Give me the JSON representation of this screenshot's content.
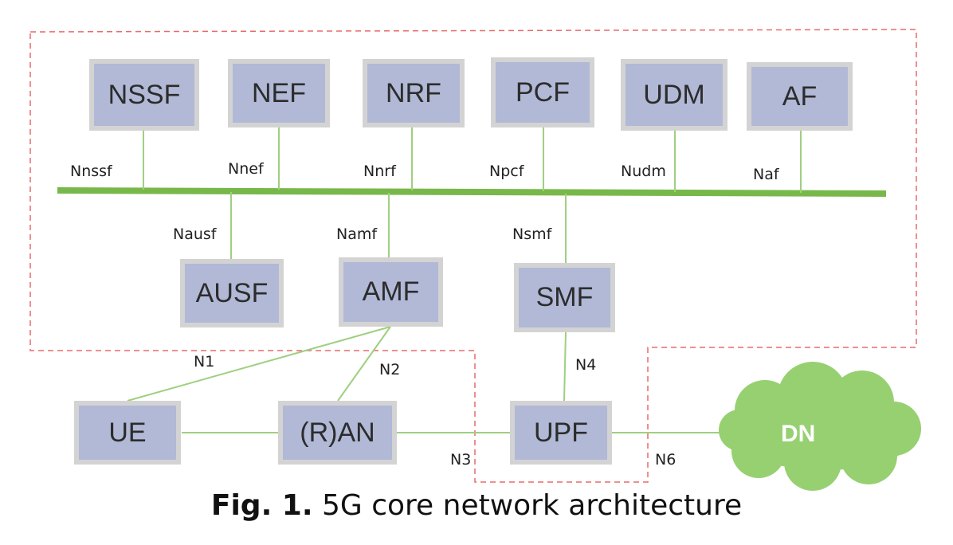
{
  "network_functions": {
    "nssf": "NSSF",
    "nef": "NEF",
    "nrf": "NRF",
    "pcf": "PCF",
    "udm": "UDM",
    "af": "AF",
    "ausf": "AUSF",
    "amf": "AMF",
    "smf": "SMF",
    "ue": "UE",
    "ran": "(R)AN",
    "upf": "UPF"
  },
  "data_network": "DN",
  "service_interfaces": {
    "nssf": "Nnssf",
    "nef": "Nnef",
    "nrf": "Nnrf",
    "pcf": "Npcf",
    "udm": "Nudm",
    "af": "Naf",
    "ausf": "Nausf",
    "amf": "Namf",
    "smf": "Nsmf"
  },
  "reference_points": {
    "n1": "N1",
    "n2": "N2",
    "n3": "N3",
    "n4": "N4",
    "n6": "N6"
  },
  "caption": {
    "label": "Fig. 1.",
    "text": "5G core network architecture"
  },
  "colors": {
    "bus": "#78b84a",
    "link": "#9fcf80",
    "boundary": "#e96a6a",
    "box_fill": "#b1b9d6",
    "box_border": "#d3d3d3",
    "cloud": "#96d070"
  }
}
